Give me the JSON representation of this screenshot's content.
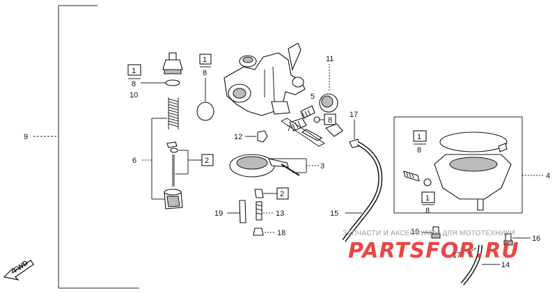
{
  "callouts": {
    "c1": "1",
    "c2": "2",
    "c3": "3",
    "c4": "4",
    "c5": "5",
    "c6": "6",
    "c7": "7",
    "c8": "8",
    "c9": "9",
    "c10": "10",
    "c11": "11",
    "c12": "12",
    "c13": "13",
    "c14": "14",
    "c15": "15",
    "c16": "16",
    "c17": "17",
    "c18": "18",
    "c19": "19"
  },
  "boxed_refs": {
    "one": "1",
    "eight": "8",
    "two": "2"
  },
  "fwd_label": "FWD",
  "watermark": {
    "subtitle": "ЗАПЧАСТИ И АКСЕССУАРЫ ДЛЯ МОТОТЕХНИКИ",
    "brand": "PARTSFOR.RU",
    "color": "#e8322f"
  }
}
